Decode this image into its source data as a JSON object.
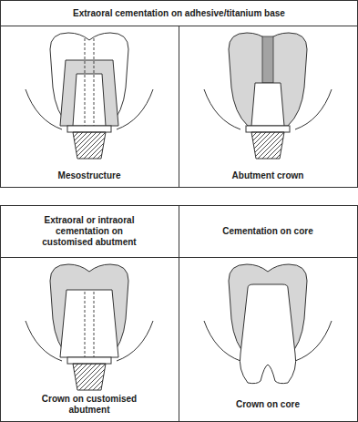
{
  "diagram": {
    "labels": [
      "Extraoral cementation on adhesive/titanium base",
      "Mesostructure",
      "Abutment crown",
      "Extraoral or intraoral cementation on customised abutment",
      "Cementation on core",
      "Crown on customised abutment",
      "Crown on core"
    ]
  }
}
